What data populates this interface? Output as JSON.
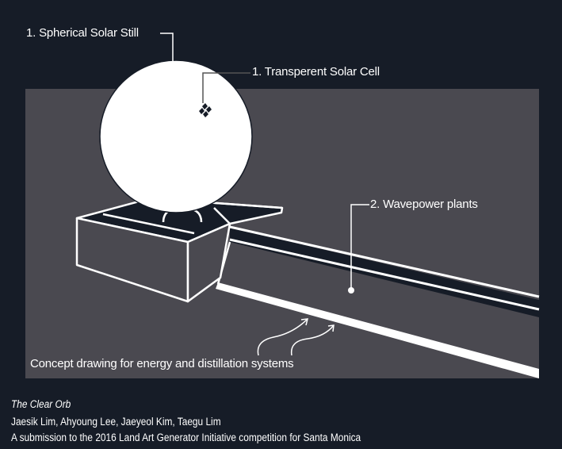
{
  "diagram": {
    "labels": {
      "spherical_still": "1. Spherical Solar Still",
      "solar_cell": "1. Transperent Solar Cell",
      "wavepower": "2. Wavepower plants",
      "concept": "Concept drawing for energy and distillation systems"
    },
    "colors": {
      "background": "#161c27",
      "panel": "#4a4950",
      "line": "#ffffff",
      "dark_fill": "#161c27"
    }
  },
  "caption": {
    "title": "The Clear Orb",
    "authors": "Jaesik Lim, Ahyoung Lee, Jaeyeol Kim, Taegu Lim",
    "description": "A submission to the 2016 Land Art Generator Initiative competition for Santa Monica"
  }
}
